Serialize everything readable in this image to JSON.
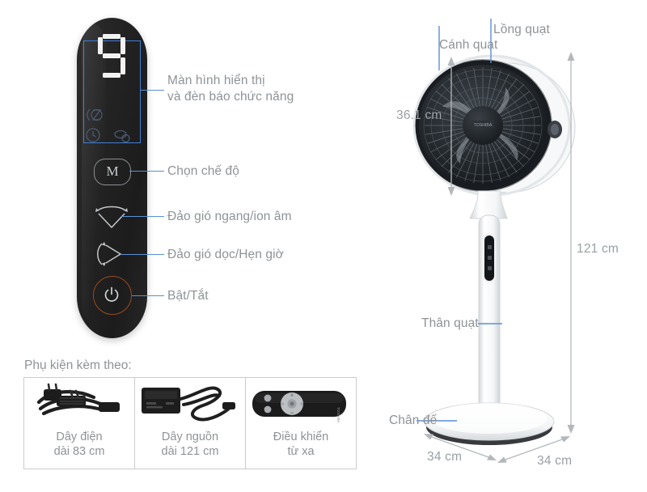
{
  "control_panel": {
    "display_value": "9",
    "indicators": [
      {
        "name": "ion-indicator",
        "glyph": "ION"
      },
      {
        "name": "timer-indicator",
        "glyph": "timer"
      },
      {
        "name": "sleep-indicator",
        "glyph": "sleep"
      }
    ],
    "buttons": [
      {
        "name": "mode-button",
        "glyph": "M"
      },
      {
        "name": "horizontal-swing-button",
        "glyph": "horizontal-arc"
      },
      {
        "name": "vertical-swing-button",
        "glyph": "vertical-arc"
      },
      {
        "name": "power-button",
        "glyph": "power"
      }
    ]
  },
  "callouts": {
    "display": "Màn hình hiển thị\nvà đèn báo chức năng",
    "mode": "Chọn chế độ",
    "horizontal_swing": "Đảo gió ngang/ion âm",
    "vertical_swing": "Đảo gió dọc/Hẹn giờ",
    "power": "Bật/Tắt"
  },
  "accessories": {
    "title": "Phụ kiện kèm theo:",
    "items": [
      {
        "name": "power-cord",
        "caption": "Dây điện\ndài 83 cm"
      },
      {
        "name": "adapter-cord",
        "caption": "Dây nguồn\ndài 121 cm"
      },
      {
        "name": "remote-control",
        "caption": "Điều khiển\ntừ xa"
      }
    ]
  },
  "fan": {
    "labels": {
      "blade": "Cánh quạt",
      "cage": "Lồng quạt",
      "body": "Thân quạt",
      "base": "Chân đế"
    },
    "dimensions": {
      "head_height": "36.1 cm",
      "total_height": "121 cm",
      "base_width_left": "34 cm",
      "base_width_right": "34 cm"
    }
  },
  "colors": {
    "leader_blue": "#5b8fd6",
    "callout_border": "#3f7fd4",
    "power_ring": "#9a4a22",
    "text_gray": "#8f9396",
    "panel_dark": "#262626"
  }
}
